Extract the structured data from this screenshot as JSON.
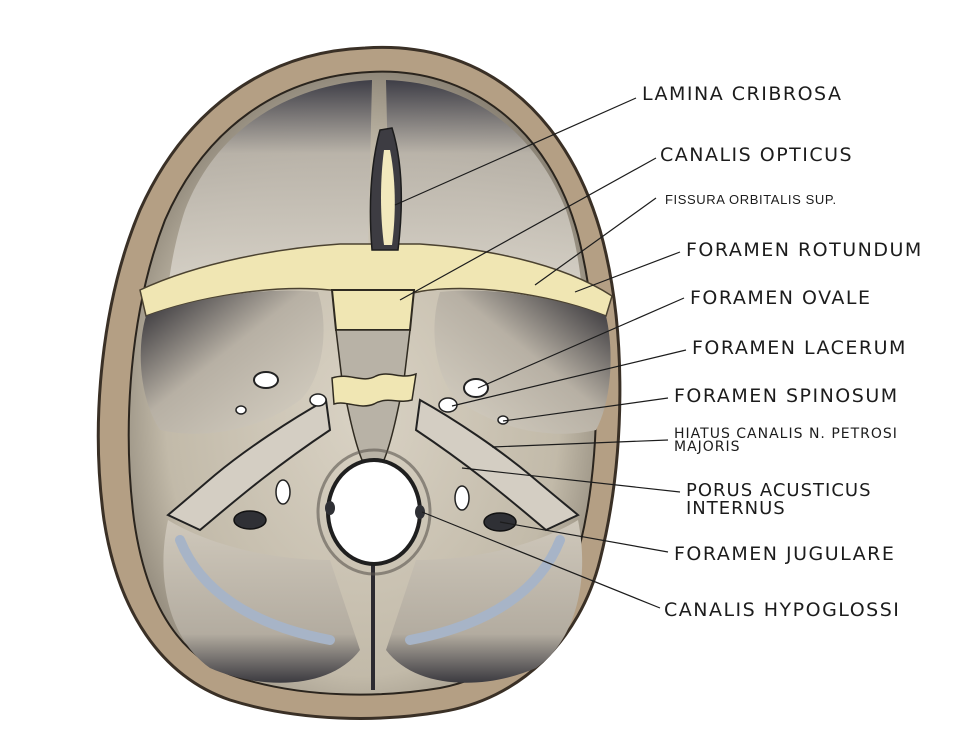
{
  "diagram": {
    "colors": {
      "bone_rim": "#b49f84",
      "rim_outline": "#3a3026",
      "fossa_base": "#c9c1b2",
      "shadow": "#2c2a30",
      "sphenoid_highlight": "#f0e6b3",
      "sinus_blue": "#a7b4c7",
      "background": "#ffffff"
    },
    "labels": [
      {
        "id": "lamina-cribrosa",
        "text": "LAMINA CRIBROSA"
      },
      {
        "id": "canalis-opticus",
        "text": "CANALIS OPTICUS"
      },
      {
        "id": "fissura-orbitalis-sup",
        "text": "FISSURA ORBITALIS SUP."
      },
      {
        "id": "foramen-rotundum",
        "text": "FORAMEN ROTUNDUM"
      },
      {
        "id": "foramen-ovale",
        "text": "FORAMEN OVALE"
      },
      {
        "id": "foramen-lacerum",
        "text": "FORAMEN LACERUM"
      },
      {
        "id": "foramen-spinosum",
        "text": "FORAMEN SPINOSUM"
      },
      {
        "id": "hiatus-canalis",
        "line1": "HIATUS CANALIS N. PETROSI",
        "line2": "MAJORIS"
      },
      {
        "id": "porus-acusticus",
        "line1": "PORUS ACUSTICUS",
        "line2": "INTERNUS"
      },
      {
        "id": "foramen-jugulare",
        "text": "FORAMEN JUGULARE"
      },
      {
        "id": "canalis-hypoglossi",
        "text": "CANALIS HYPOGLOSSI"
      }
    ]
  }
}
